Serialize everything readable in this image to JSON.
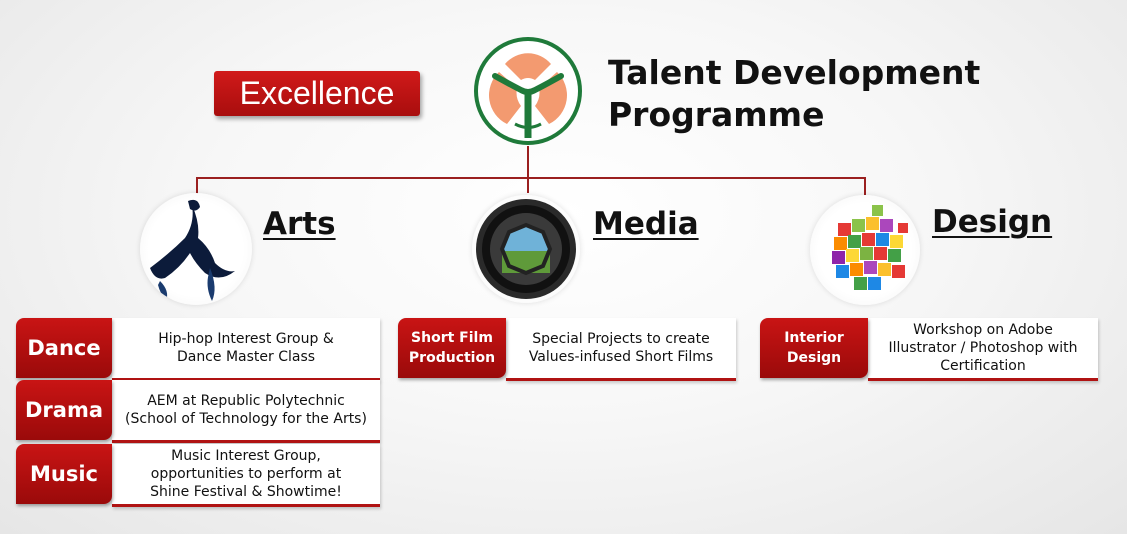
{
  "header": {
    "badge": "Excellence",
    "title_line1": "Talent Development",
    "title_line2": "Programme"
  },
  "colors": {
    "accent_red": "#b01313",
    "logo_orange": "#f39a70",
    "logo_green": "#1f7a3a"
  },
  "categories": [
    {
      "title": "Arts",
      "image": "dancer-ink-image",
      "items": [
        {
          "label": "Dance",
          "description": "Hip-hop Interest Group &\nDance Master Class"
        },
        {
          "label": "Drama",
          "description": "AEM at Republic Polytechnic\n(School of Technology for the Arts)"
        },
        {
          "label": "Music",
          "description": "Music Interest Group,\nopportunities to perform at\nShine Festival & Showtime!"
        }
      ]
    },
    {
      "title": "Media",
      "image": "camera-lens-image",
      "items": [
        {
          "label": "Short Film\nProduction",
          "description": "Special Projects to create\nValues-infused Short Films"
        }
      ]
    },
    {
      "title": "Design",
      "image": "colored-cubes-image",
      "items": [
        {
          "label": "Interior\nDesign",
          "description": "Workshop on Adobe\nIllustrator / Photoshop with\nCertification"
        }
      ]
    }
  ]
}
